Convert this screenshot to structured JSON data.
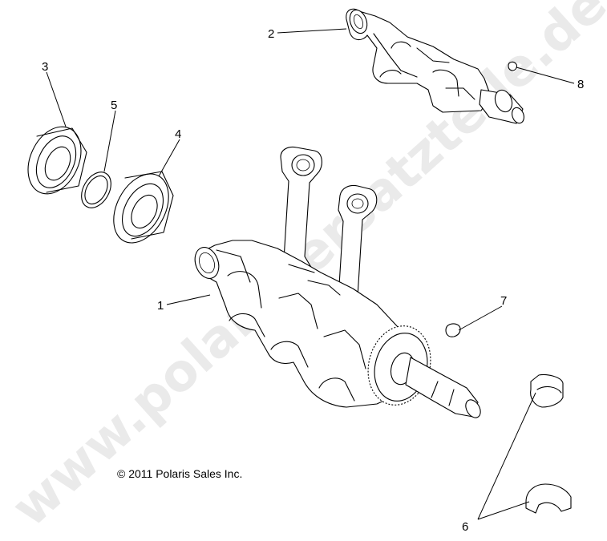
{
  "diagram": {
    "callouts": [
      {
        "id": "1",
        "label": "1"
      },
      {
        "id": "2",
        "label": "2"
      },
      {
        "id": "3",
        "label": "3"
      },
      {
        "id": "4",
        "label": "4"
      },
      {
        "id": "5",
        "label": "5"
      },
      {
        "id": "6",
        "label": "6"
      },
      {
        "id": "7",
        "label": "7"
      },
      {
        "id": "8",
        "label": "8"
      }
    ],
    "copyright": "© 2011 Polaris Sales Inc.",
    "watermark": "www.polaris-ersatzteile.de"
  }
}
